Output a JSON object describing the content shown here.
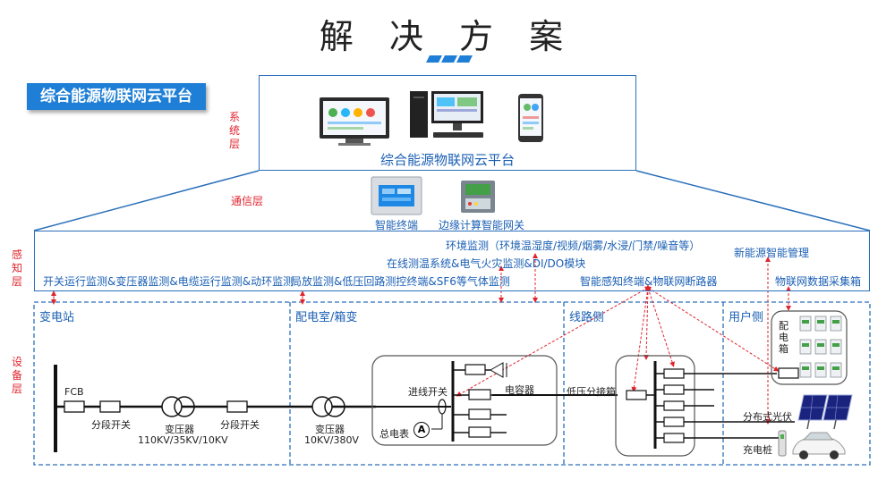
{
  "header": {
    "title": "解 决 方 案"
  },
  "badge": {
    "label": "综合能源物联网云平台"
  },
  "layers": {
    "system": "系统层",
    "comm": "通信层",
    "sense": "感知层",
    "device": "设备层"
  },
  "system_box": {
    "label": "综合能源物联网云平台"
  },
  "comm": {
    "terminal": "智能终端",
    "gateway": "边缘计算智能网关"
  },
  "sense": {
    "env": "环境监测（环境温湿度/视频/烟雾/水浸/门禁/噪音等）",
    "newenergy": "新能源智能管理",
    "online": "在线测温系统&电气火灾监测&DI/DO模块",
    "switch": "开关运行监测&变压器监测&电缆运行监测&动环监测",
    "partial": "局放监测&低压回路测控终端&SF6等气体监测",
    "terminal": "智能感知终端&物联网断路器",
    "collector": "物联网数据采集箱"
  },
  "zones": {
    "substation": "变电站",
    "distribution": "配电室/箱变",
    "line": "线路侧",
    "user": "用户侧"
  },
  "devices": {
    "fcb": "FCB",
    "sect1": "分段开关",
    "trans1": "变压器",
    "trans1_v": "110KV/35KV/10KV",
    "sect2": "分段开关",
    "trans2": "变压器",
    "trans2_v": "10KV/380V",
    "incoming": "进线开关",
    "meter": "总电表",
    "meter_sym": "A",
    "capacitor": "电容器",
    "lv_box": "低压分接箱",
    "dist_box": "配电箱",
    "pv": "分布式光伏",
    "charger": "充电桩"
  },
  "colors": {
    "accent": "#1f7fd6",
    "layer_label": "#e0242d",
    "dash": "#2a6fba",
    "arrow": "#e0242d"
  }
}
